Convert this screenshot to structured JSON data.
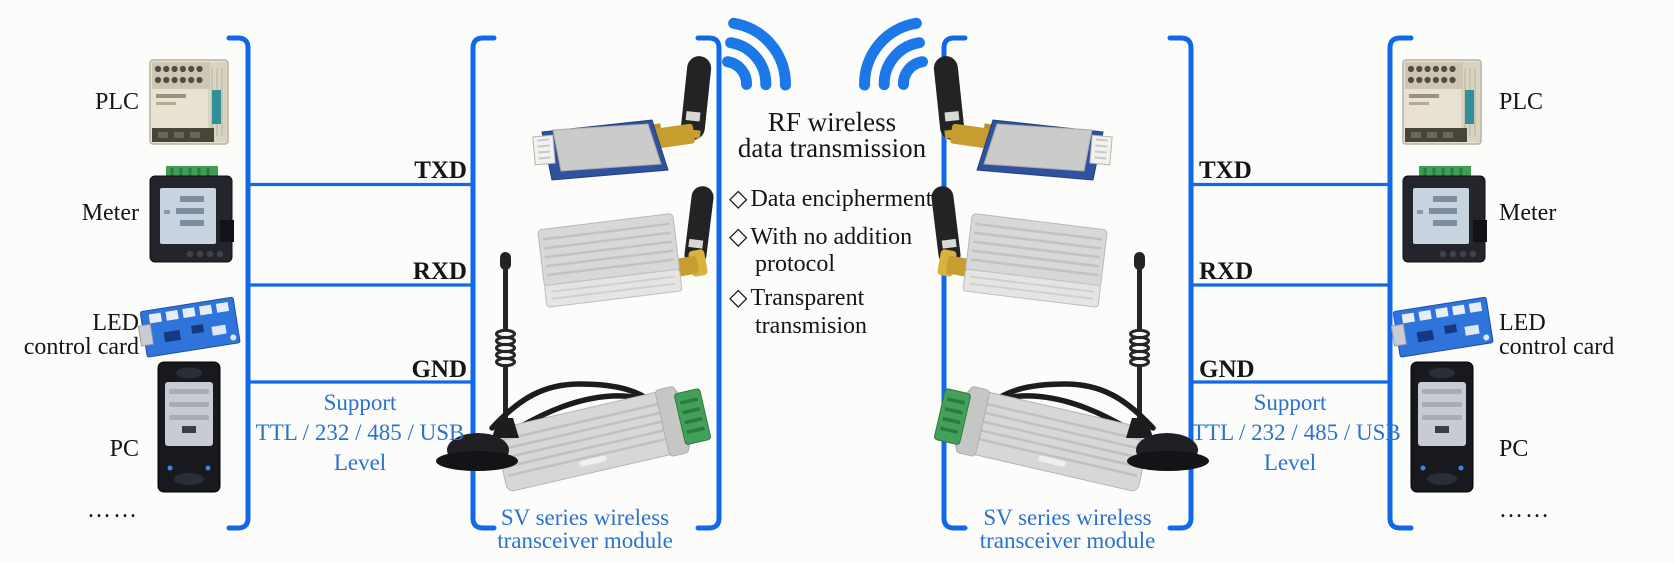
{
  "palette": {
    "accent_blue": "#1168E8",
    "wifi_blue": "#1C78E8",
    "text_blue": "#2B71CE",
    "ink": "#151515"
  },
  "devices": {
    "plc": "PLC",
    "meter": "Meter",
    "led_line1": "LED",
    "led_line2": "control card",
    "pc": "PC",
    "ellipsis": "……"
  },
  "signals": {
    "txd": "TXD",
    "rxd": "RXD",
    "gnd": "GND"
  },
  "support": {
    "line1": "Support",
    "line2": "TTL / 232 / 485 / USB",
    "line3": "Level"
  },
  "module_caption": {
    "line1": "SV series wireless",
    "line2": "transceiver module"
  },
  "center": {
    "title_line1": "RF wireless",
    "title_line2": "data transmission",
    "bullet_marker": "◇",
    "bullets": [
      {
        "line1": "Data encipherment",
        "line2": ""
      },
      {
        "line1": "With no addition",
        "line2": "protocol"
      },
      {
        "line1": "Transparent",
        "line2": "transmision"
      }
    ]
  },
  "icons": {
    "left_signal": "wifi-waves-right-icon",
    "right_signal": "wifi-waves-left-icon"
  }
}
